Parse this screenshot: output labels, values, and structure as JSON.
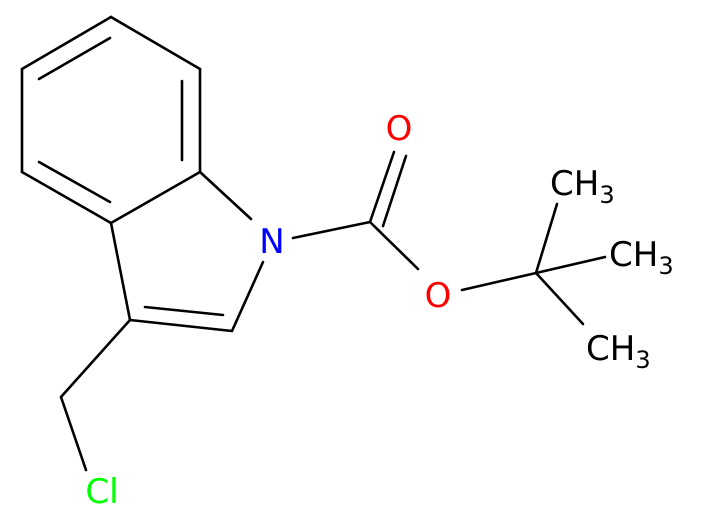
{
  "molecule": {
    "colors": {
      "bond": "#000000",
      "carbon_label": "#000000",
      "nitrogen": "#0000ff",
      "oxygen": "#ff0000",
      "chlorine": "#00ff00"
    },
    "atoms": {
      "nitrogen": "N",
      "carbonyl_oxygen": "O",
      "ester_oxygen": "O",
      "chlorine": "Cl",
      "methyl_top": {
        "main": "CH",
        "sub": "3"
      },
      "methyl_right": {
        "main": "CH",
        "sub": "3"
      },
      "methyl_bottom": {
        "main": "CH",
        "sub": "3"
      }
    }
  }
}
